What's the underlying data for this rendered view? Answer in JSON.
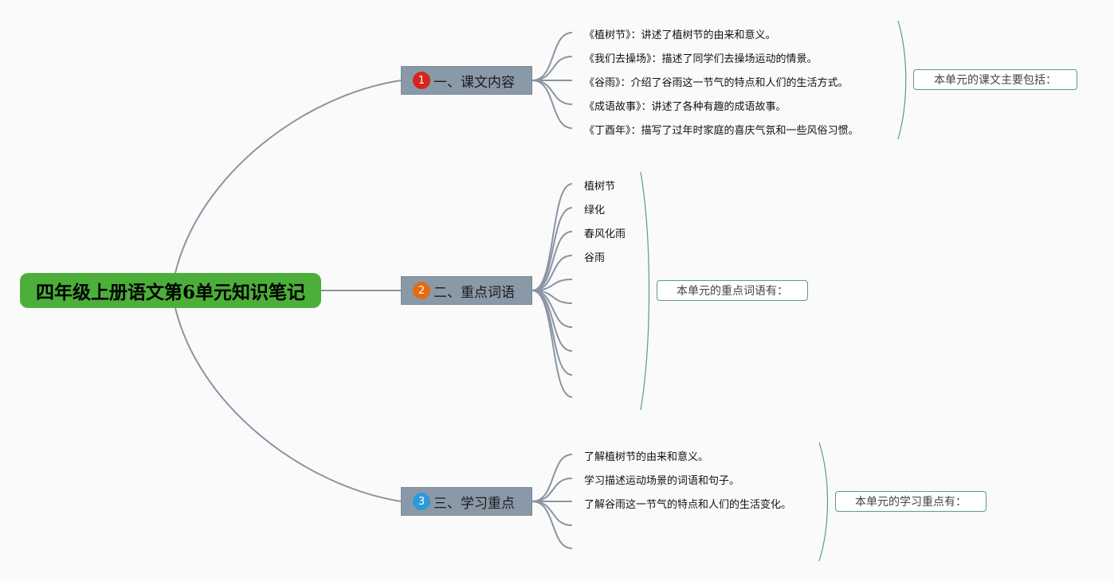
{
  "root": {
    "title": "四年级上册语文第6单元知识笔记"
  },
  "branches": [
    {
      "badge": "1",
      "badge_color": "#d6251b",
      "label": "一、课文内容",
      "summary": "本单元的课文主要包括：",
      "items": [
        "《植树节》：讲述了植树节的由来和意义。",
        "《我们去操场》：描述了同学们去操场运动的情景。",
        "《谷雨》：介绍了谷雨这一节气的特点和人们的生活方式。",
        "《成语故事》：讲述了各种有趣的成语故事。",
        "《丁酉年》：描写了过年时家庭的喜庆气氛和一些风俗习惯。"
      ]
    },
    {
      "badge": "2",
      "badge_color": "#e36b12",
      "label": "二、重点词语",
      "summary": "本单元的重点词语有：",
      "items": [
        "植树节",
        "绿化",
        "春风化雨",
        "谷雨",
        "",
        "",
        "",
        "",
        ""
      ]
    },
    {
      "badge": "3",
      "badge_color": "#2b9ad8",
      "label": "三、学习重点",
      "summary": "本单元的学习重点有：",
      "items": [
        "了解植树节的由来和意义。",
        "学习描述运动场景的词语和句子。",
        "了解谷雨这一节气的特点和人们的生活变化。",
        "",
        ""
      ]
    }
  ]
}
